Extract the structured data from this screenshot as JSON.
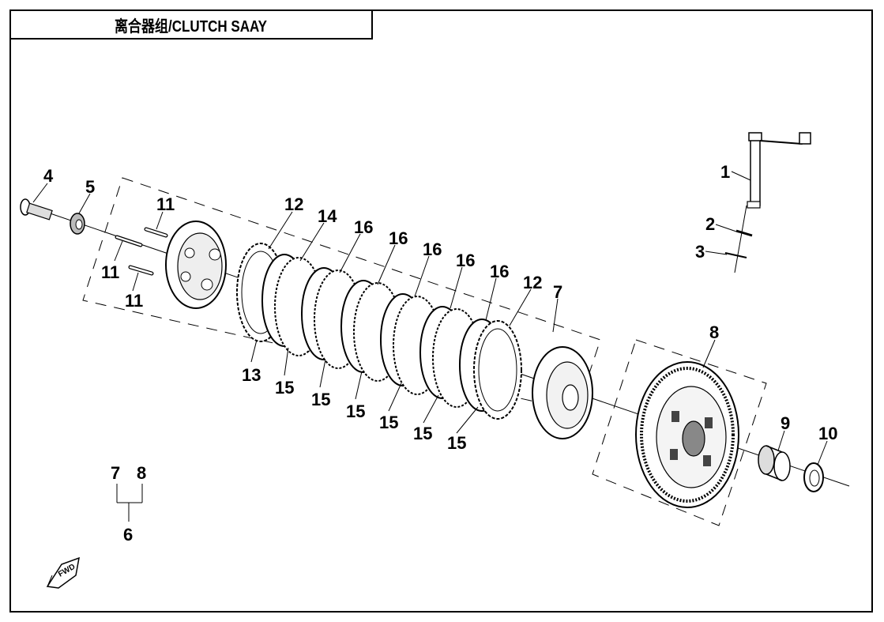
{
  "title": "离合器组/CLUTCH SAAY",
  "callouts": {
    "c1": "1",
    "c2": "2",
    "c3": "3",
    "c4": "4",
    "c5": "5",
    "c6": "6",
    "c7a": "7",
    "c7b": "7",
    "c8a": "8",
    "c8b": "8",
    "c9": "9",
    "c10": "10",
    "c11a": "11",
    "c11b": "11",
    "c11c": "11",
    "c12a": "12",
    "c12b": "12",
    "c13": "13",
    "c14": "14",
    "c15a": "15",
    "c15b": "15",
    "c15c": "15",
    "c15d": "15",
    "c15e": "15",
    "c15f": "15",
    "c16a": "16",
    "c16b": "16",
    "c16c": "16",
    "c16d": "16",
    "c16e": "16"
  },
  "fwd_label": "FWD"
}
